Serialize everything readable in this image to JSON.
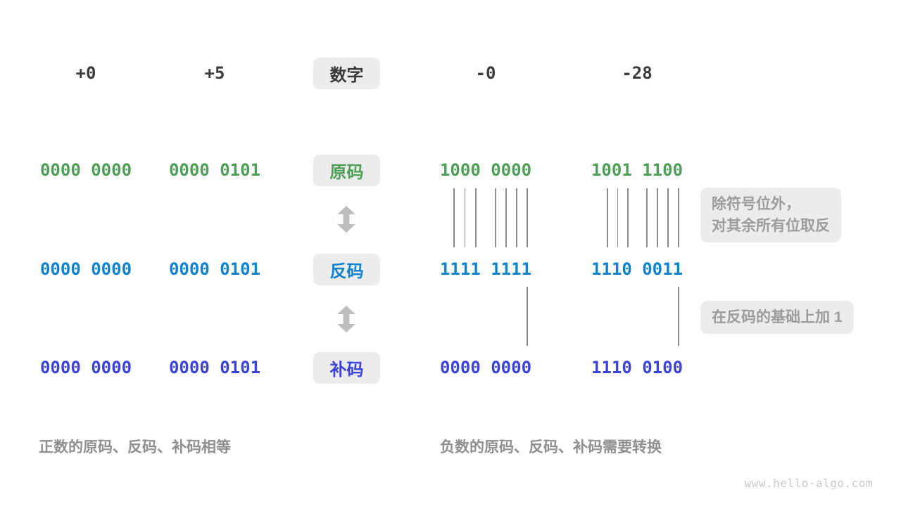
{
  "header": {
    "values": [
      "+0",
      "+5",
      "-0",
      "-28"
    ],
    "label": "数字"
  },
  "rows": [
    {
      "label": "原码",
      "values": [
        "0000 0000",
        "0000 0101",
        "1000 0000",
        "1001 1100"
      ]
    },
    {
      "label": "反码",
      "values": [
        "0000 0000",
        "0000 0101",
        "1111 1111",
        "1110 0011"
      ]
    },
    {
      "label": "补码",
      "values": [
        "0000 0000",
        "0000 0101",
        "0000 0000",
        "1110 0100"
      ]
    }
  ],
  "annotations": {
    "flip_line1": "除符号位外，",
    "flip_line2": "对其余所有位取反",
    "add_one": "在反码的基础上加 1"
  },
  "captions": {
    "positive": "正数的原码、反码、补码相等",
    "negative": "负数的原码、反码、补码需要转换"
  },
  "watermark": "www.hello-algo.com",
  "colors": {
    "sign_magnitude_green": "#4E9E58",
    "ones_complement_blue": "#0E81D0",
    "twos_complement_indigo": "#3B43D8",
    "box_gray": "#ECECEC",
    "heading_dark": "#3A3A3A",
    "annotation_text_gray": "#9C9C9C",
    "caption_gray": "#8F8F8F",
    "line_gray": "#8C8C8C",
    "arrow_gray": "#BDBDBD",
    "watermark_gray": "#C9C9C9"
  }
}
